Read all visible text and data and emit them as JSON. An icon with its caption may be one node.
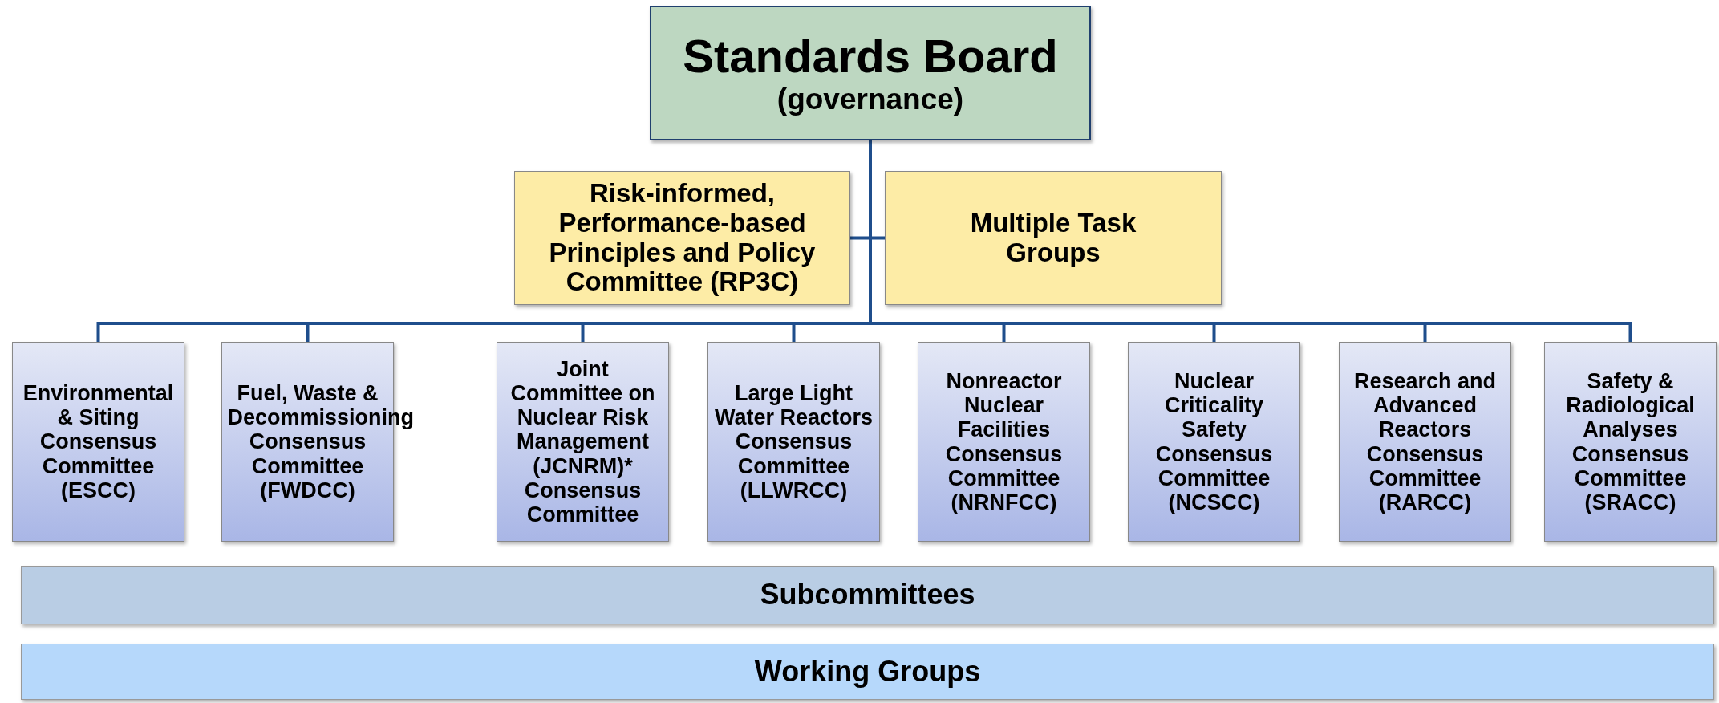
{
  "diagram": {
    "nodes": [
      {
        "text": [
          "Standards Board",
          "(governance)"
        ]
      },
      {
        "text": [
          "Risk-informed, Performance-based Principles and Policy Committee (RP3C)"
        ]
      },
      {
        "text": [
          "Multiple Task Groups"
        ]
      },
      {
        "text": [
          "Environmental & Siting Consensus Committee (ESCC)"
        ]
      },
      {
        "text": [
          "Fuel, Waste & Decommissioning Consensus Committee (FWDCC)"
        ]
      },
      {
        "text": [
          "Joint Committee on Nuclear Risk Management (JCNRM)* Consensus Committee"
        ]
      },
      {
        "text": [
          "Large Light Water Reactors Consensus Committee (LLWRCC)"
        ]
      },
      {
        "text": [
          "Nonreactor Nuclear Facilities Consensus Committee (NRNFCC)"
        ]
      },
      {
        "text": [
          "Nuclear Criticality Safety Consensus Committee (NCSCC)"
        ]
      },
      {
        "text": [
          "Research and Advanced Reactors Consensus Committee (RARCC)"
        ]
      },
      {
        "text": [
          "Safety & Radiological Analyses Consensus Committee (SRACC)"
        ]
      },
      {
        "text": [
          "Subcommittees"
        ]
      },
      {
        "text": [
          "Working Groups"
        ]
      }
    ],
    "edges": [
      {
        "from": 0,
        "to": 1,
        "arrow": "none"
      },
      {
        "from": 0,
        "to": 2,
        "arrow": "none"
      },
      {
        "from": 0,
        "to": 3,
        "arrow": "none"
      },
      {
        "from": 0,
        "to": 4,
        "arrow": "none"
      },
      {
        "from": 0,
        "to": 5,
        "arrow": "none"
      },
      {
        "from": 0,
        "to": 6,
        "arrow": "none"
      },
      {
        "from": 0,
        "to": 7,
        "arrow": "none"
      },
      {
        "from": 0,
        "to": 8,
        "arrow": "none"
      },
      {
        "from": 0,
        "to": 9,
        "arrow": "none"
      },
      {
        "from": 0,
        "to": 10,
        "arrow": "none"
      }
    ]
  }
}
